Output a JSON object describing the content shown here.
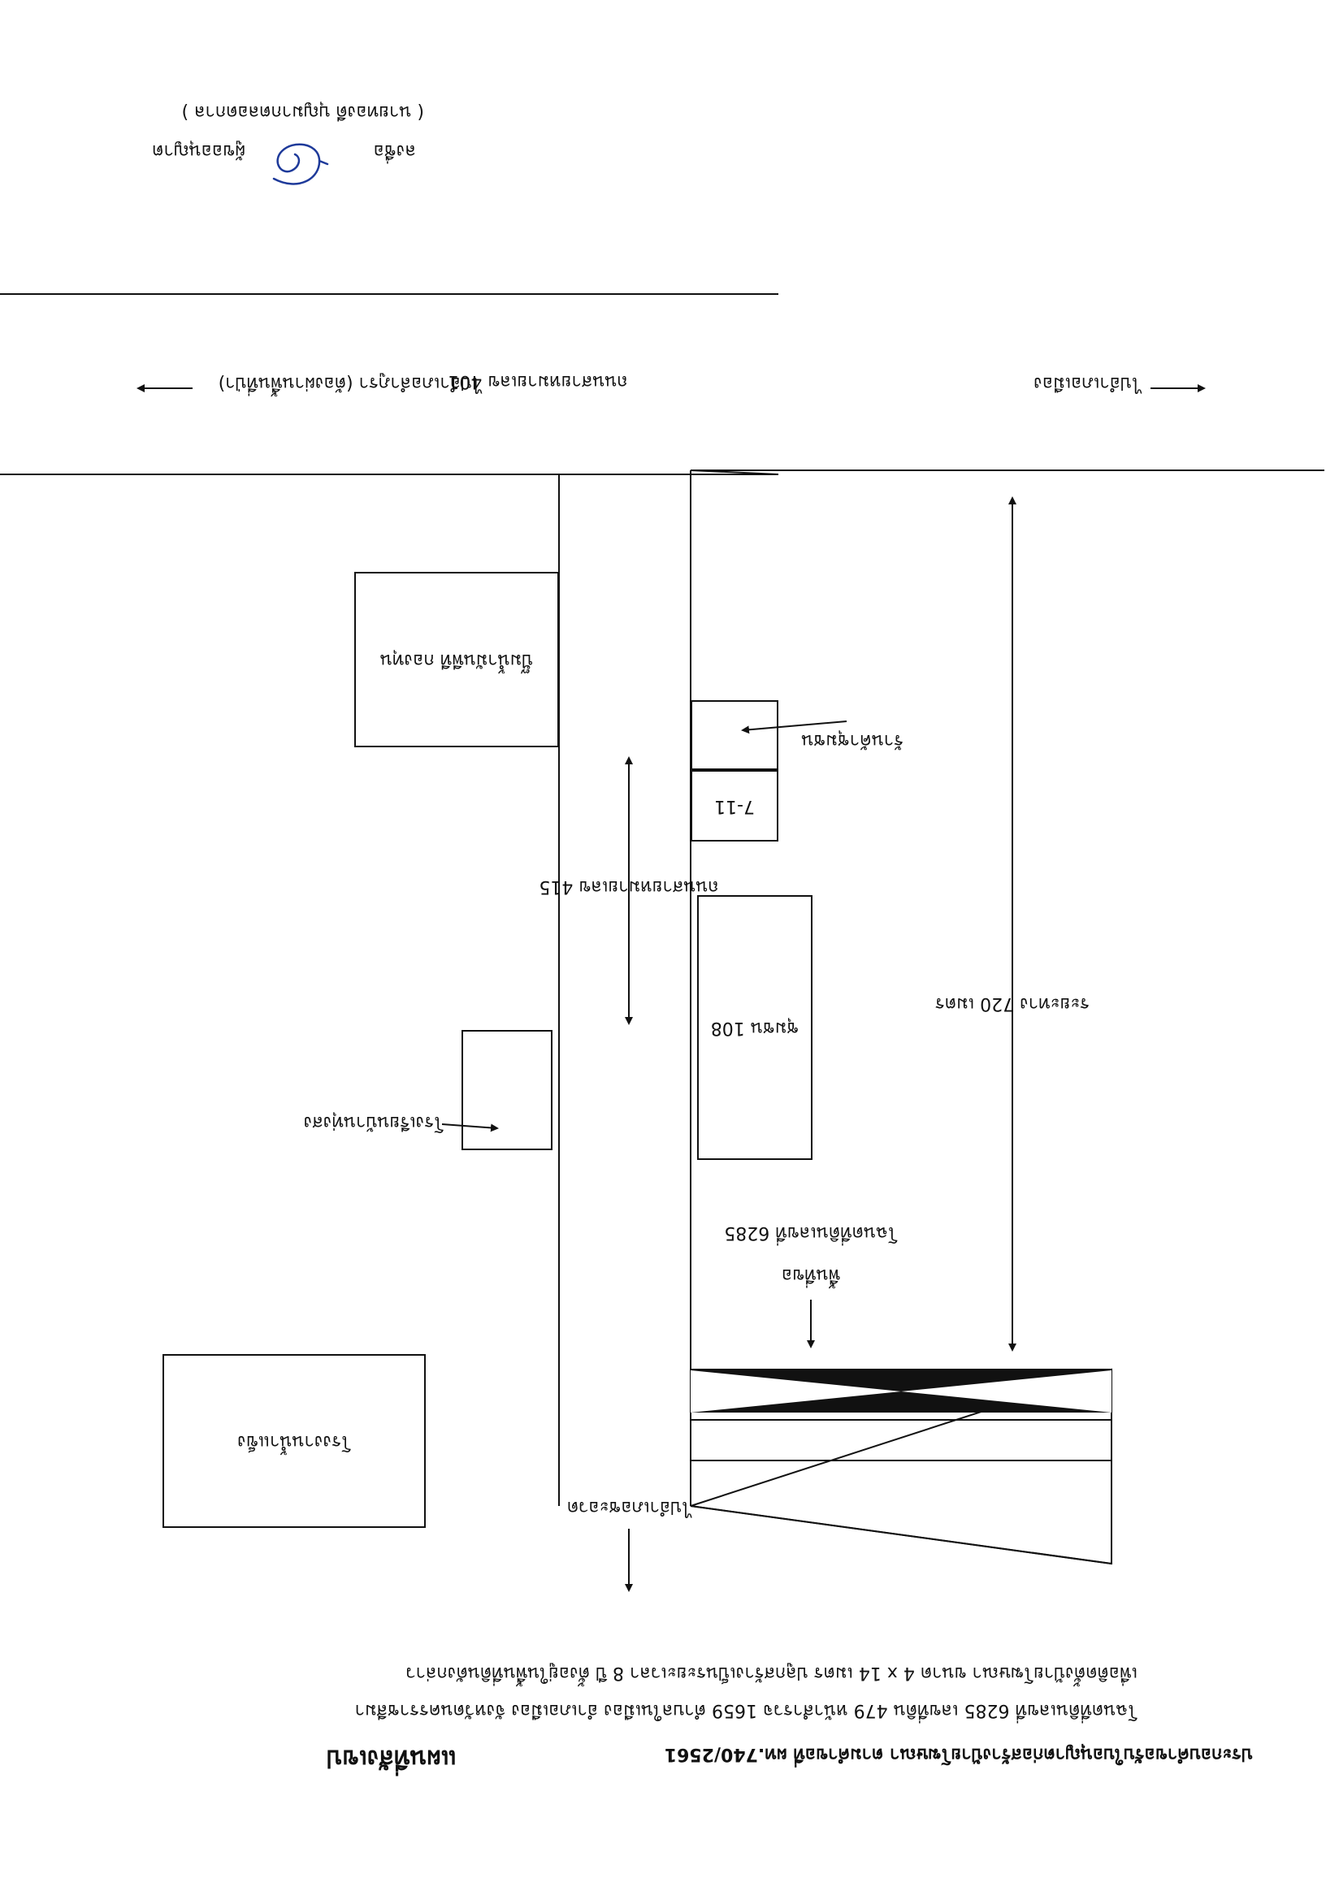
{
  "header": {
    "title": "แผนที่สังเขป",
    "title_suffix": "ประกอบคำขอรับใบอนุญาตก่อสร้างป้ายโฆษณา ตามคำขอที่ ผท.740/2561",
    "line1": "โฉนดที่ดินเลขที่ 6285 เลขที่ดิน 479 หน้าสำรวจ 1659 ตำบลในเมือง อำเภอเมือง จังหวัดนครราชสีมา",
    "line2": "เพื่อติดตั้งป้ายโฆษณา ขนาด 4 x 14 เมตร ปลูกสร้างเป็นระยะเวลา 8 ปี ตั้งอยู่ในพื้นที่ดินดังกล่าว"
  },
  "roads": {
    "main_road": "ถนนสายหมายเลข 401",
    "side_road": "ถนนสายหมายเลข 415",
    "to_left": "ไปอำเภอเมือง",
    "to_right": "ไปอำเภอลำภูรา (ต้องผ่านพื้นที่ป่า)",
    "to_bottom": "ไปอำเภอชะอวด"
  },
  "places": {
    "factory": "โรงงานน้ำแข็ง",
    "gas_station": "ปั๊มน้ำมันพีที กองทุน",
    "school": "โรงเรียนบ้านทุ่งสง",
    "seven_eleven": "7-11",
    "grocery": "ร้านค้าชุมชน",
    "village": "ชุมชน 108",
    "site_marker": "พื้นที่ขอ",
    "site_deed": "โฉนดที่ดินเลขที่ 6285",
    "distance": "ระยะทาง 720 เมตร"
  },
  "signature": {
    "label": "ลงชื่อ",
    "role": "ผู้ขออนุญาต",
    "name": "( นายทองดี บุญมากตลอดกาล )"
  },
  "colors": {
    "ink": "#111111",
    "signature_ink": "#1e3a9a",
    "paper": "#ffffff"
  }
}
